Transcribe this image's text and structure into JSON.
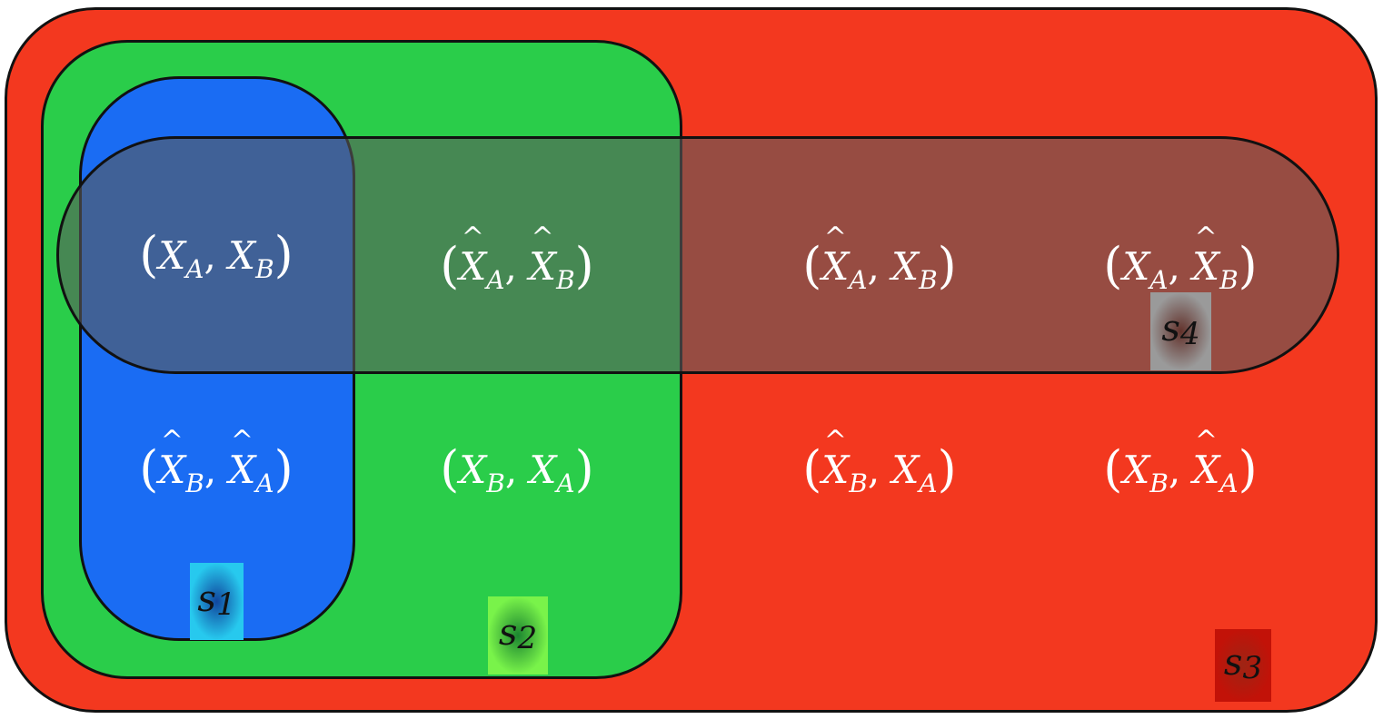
{
  "colors": {
    "s3": "#f3381f",
    "s2": "#2acd4a",
    "s1": "#1a6cf3",
    "s4": "rgba(90,90,90,0.6)",
    "label_s1": "#27c9ee",
    "label_s2": "#79f34a",
    "label_s3": "#c21208",
    "label_s4": "#9a9a9a"
  },
  "regions": {
    "s3": {
      "base": "s",
      "index": "3"
    },
    "s2": {
      "base": "s",
      "index": "2"
    },
    "s1": {
      "base": "s",
      "index": "1"
    },
    "s4": {
      "base": "s",
      "index": "4"
    }
  },
  "pairs": [
    {
      "first": {
        "sym": "X",
        "sub": "A",
        "hat": false
      },
      "second": {
        "sym": "X",
        "sub": "B",
        "hat": false
      }
    },
    {
      "first": {
        "sym": "X",
        "sub": "A",
        "hat": true
      },
      "second": {
        "sym": "X",
        "sub": "B",
        "hat": true
      }
    },
    {
      "first": {
        "sym": "X",
        "sub": "A",
        "hat": true
      },
      "second": {
        "sym": "X",
        "sub": "B",
        "hat": false
      }
    },
    {
      "first": {
        "sym": "X",
        "sub": "A",
        "hat": false
      },
      "second": {
        "sym": "X",
        "sub": "B",
        "hat": true
      }
    },
    {
      "first": {
        "sym": "X",
        "sub": "B",
        "hat": true
      },
      "second": {
        "sym": "X",
        "sub": "A",
        "hat": true
      }
    },
    {
      "first": {
        "sym": "X",
        "sub": "B",
        "hat": false
      },
      "second": {
        "sym": "X",
        "sub": "A",
        "hat": false
      }
    },
    {
      "first": {
        "sym": "X",
        "sub": "B",
        "hat": true
      },
      "second": {
        "sym": "X",
        "sub": "A",
        "hat": false
      }
    },
    {
      "first": {
        "sym": "X",
        "sub": "B",
        "hat": false
      },
      "second": {
        "sym": "X",
        "sub": "A",
        "hat": true
      }
    }
  ]
}
